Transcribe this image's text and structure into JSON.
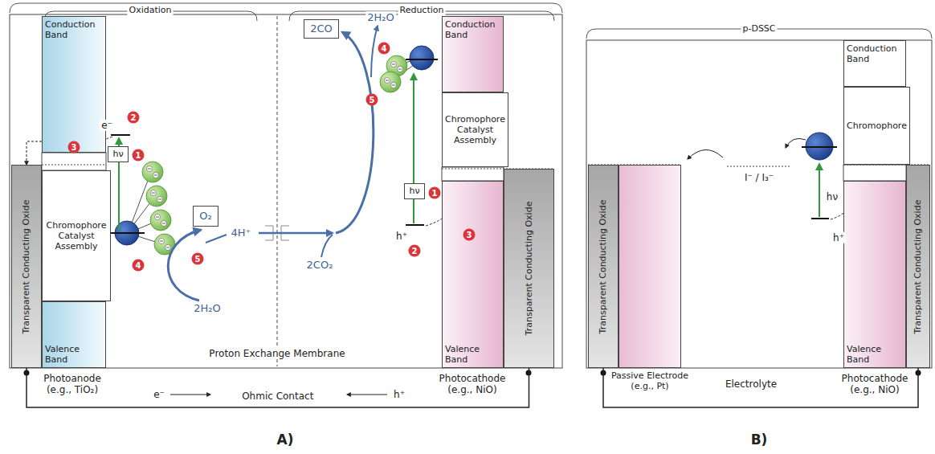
{
  "diagram": {
    "nodes": [
      {
        "text": [
          "Transparent Conducting Oxide"
        ]
      },
      {
        "text": [
          "Conduction Band"
        ]
      },
      {
        "text": [
          "Chromophore Catalyst Assembly"
        ]
      },
      {
        "text": [
          "Valence Band"
        ]
      },
      {
        "text": [
          "hν"
        ]
      },
      {
        "text": [
          "O₂"
        ]
      },
      {
        "text": [
          "2CO"
        ]
      },
      {
        "text": [
          "Conduction Band"
        ]
      },
      {
        "text": [
          "Chromophore Catalyst Assembly"
        ]
      },
      {
        "text": [
          "Valence Band"
        ]
      },
      {
        "text": [
          "hν"
        ]
      },
      {
        "text": [
          "Transparent Conducting Oxide"
        ]
      },
      {
        "text": [
          "Transparent Conducting Oxide"
        ]
      },
      {
        "text": [
          "Passive Electrode (e.g., Pt)"
        ]
      },
      {
        "text": [
          "Conduction Band"
        ]
      },
      {
        "text": [
          "Chromophore"
        ]
      },
      {
        "text": [
          "Valence Band"
        ]
      },
      {
        "text": [
          "Transparent Conducting Oxide"
        ]
      }
    ],
    "edges": [
      {
        "from": 1,
        "to": 0,
        "arrow": "to"
      },
      {
        "from": 0,
        "to": 11,
        "label": "Ohmic Contact",
        "arrow": "none"
      },
      {
        "from": 12,
        "to": 17,
        "arrow": "none"
      }
    ],
    "labels": [
      "Oxidation",
      "Reduction",
      "p-DSSC",
      "e⁻",
      "2",
      "1",
      "3",
      "4",
      "5",
      "4H⁺",
      "2H₂O",
      "2H₂O",
      "4",
      "5",
      "2CO₂",
      "1",
      "h⁺",
      "2",
      "3",
      "Proton Exchange Membrane",
      "Photoanode (e.g., TiO₂)",
      "Photocathode (e.g., NiO)",
      "e⁻",
      "h⁺",
      "I⁻ / I₃⁻",
      "Electrolyte",
      "hν",
      "h⁺",
      "Photocathode (e.g., NiO)",
      "A)",
      "B)"
    ]
  }
}
